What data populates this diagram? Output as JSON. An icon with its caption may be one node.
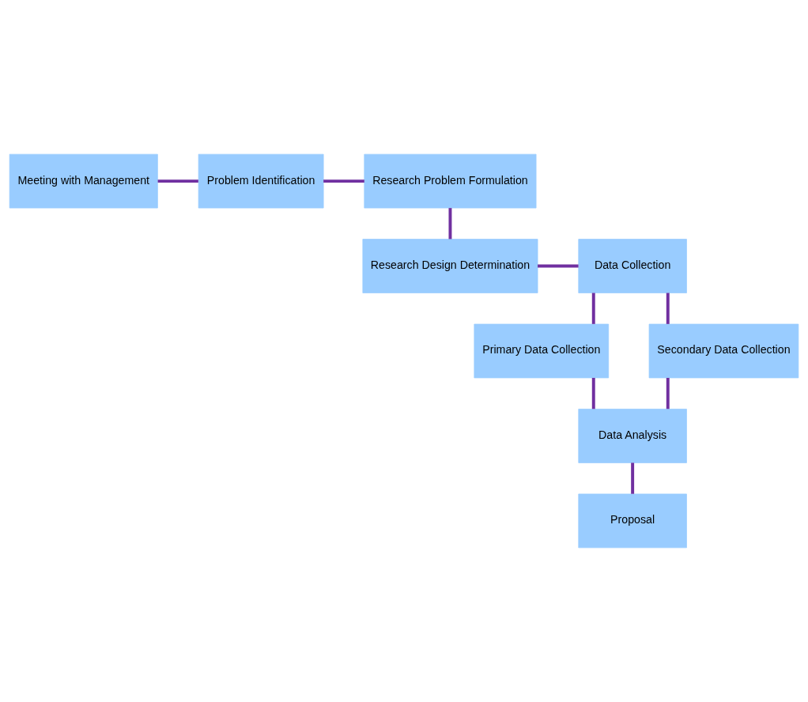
{
  "diagram": {
    "nodes": [
      {
        "text": [
          "Meeting with Management"
        ]
      },
      {
        "text": [
          "Problem Identification"
        ]
      },
      {
        "text": [
          "Research Problem Formulation"
        ]
      },
      {
        "text": [
          "Data Collection"
        ]
      },
      {
        "text": [
          "Research Design Determination"
        ]
      },
      {
        "text": [
          "Primary Data Collection"
        ]
      },
      {
        "text": [
          "Secondary Data Collection"
        ]
      },
      {
        "text": [
          "Data Analysis"
        ]
      },
      {
        "text": [
          "Proposal"
        ]
      }
    ],
    "edges": [
      {
        "from": 0,
        "to": 1,
        "arrow": "none"
      },
      {
        "from": 1,
        "to": 2,
        "arrow": "none"
      },
      {
        "from": 2,
        "to": 4,
        "arrow": "none"
      },
      {
        "from": 4,
        "to": 3,
        "arrow": "none"
      },
      {
        "from": 3,
        "to": 5,
        "arrow": "none"
      },
      {
        "from": 3,
        "to": 6,
        "arrow": "none"
      },
      {
        "from": 5,
        "to": 7,
        "arrow": "none"
      },
      {
        "from": 6,
        "to": 7,
        "arrow": "none"
      },
      {
        "from": 7,
        "to": 8,
        "arrow": "none"
      }
    ]
  }
}
